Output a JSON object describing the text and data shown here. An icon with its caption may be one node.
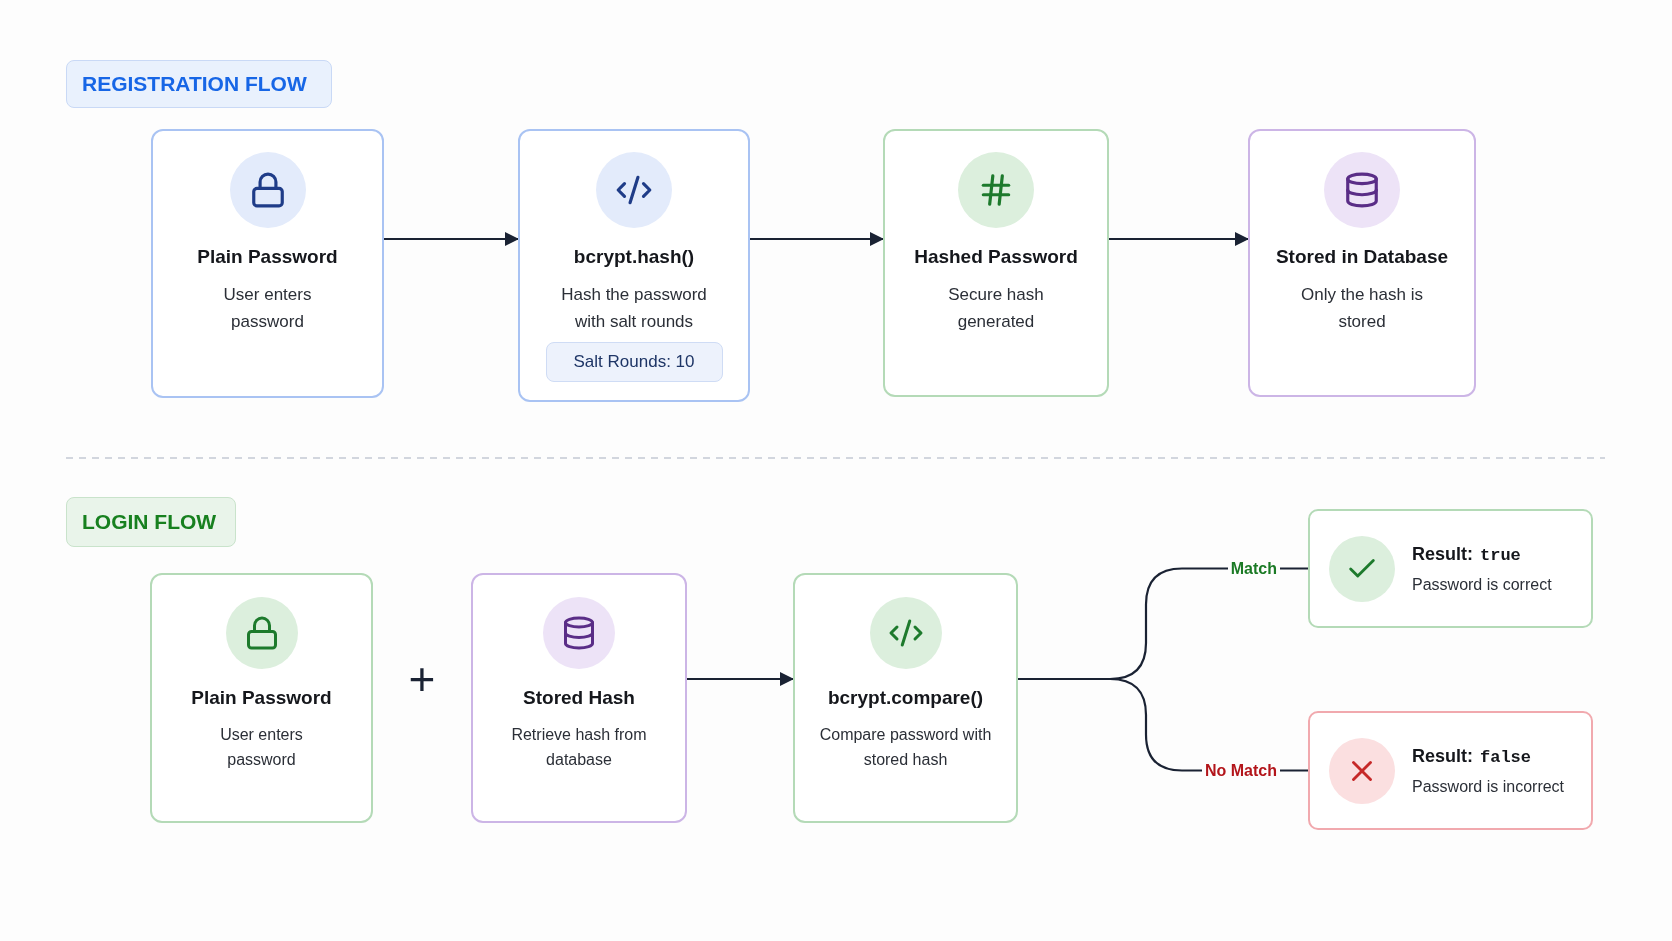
{
  "diagram": {
    "nodes": [
      {
        "text": [
          "REGISTRATION FLOW"
        ]
      },
      {
        "text": [
          "Plain Password",
          "User enters password"
        ]
      },
      {
        "text": [
          "bcrypt.hash()",
          "Hash the password with salt rounds"
        ]
      },
      {
        "text": [
          "Salt Rounds: 10"
        ],
        "in": 2
      },
      {
        "text": [
          "Hashed Password",
          "Secure hash generated"
        ]
      },
      {
        "text": [
          "Stored in Database",
          "Only the hash is stored"
        ]
      },
      {
        "text": [
          "LOGIN FLOW"
        ]
      },
      {
        "text": [
          "Plain Password",
          "User enters password"
        ]
      },
      {
        "text": [
          "Stored Hash",
          "Retrieve hash from database"
        ]
      },
      {
        "text": [
          "bcrypt.compare()",
          "Compare password with stored hash"
        ]
      },
      {
        "text": [
          "Result:",
          "true",
          "Password is correct"
        ]
      },
      {
        "text": [
          "Result:",
          "false",
          "Password is incorrect"
        ]
      }
    ],
    "edges": [
      {
        "from": 1,
        "to": 2,
        "arrow": "to"
      },
      {
        "from": 2,
        "to": 4,
        "arrow": "to"
      },
      {
        "from": 4,
        "to": 5,
        "arrow": "to"
      },
      {
        "from": 8,
        "to": 9,
        "arrow": "to"
      },
      {
        "from": 9,
        "to": 10,
        "arrow": "none",
        "label": "Match"
      },
      {
        "from": 9,
        "to": 11,
        "arrow": "none",
        "label": "No Match"
      }
    ],
    "labels": [
      "+"
    ]
  }
}
